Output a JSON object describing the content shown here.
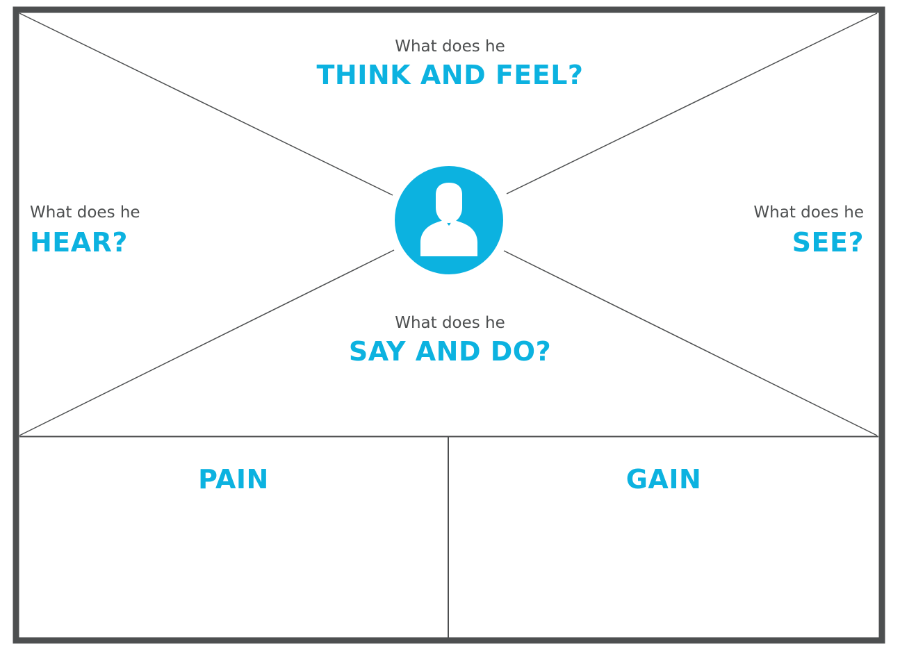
{
  "colors": {
    "frame": "#4d4f50",
    "accent": "#0cb2e0",
    "prompt_text": "#4d4f50",
    "lines": "#4d4f50"
  },
  "avatar": {
    "icon": "user-silhouette-icon"
  },
  "sections": {
    "think_feel": {
      "prompt": "What does he",
      "heading": "THINK AND FEEL?"
    },
    "hear": {
      "prompt": "What does he",
      "heading": "HEAR?"
    },
    "see": {
      "prompt": "What does he",
      "heading": "SEE?"
    },
    "say_do": {
      "prompt": "What does he",
      "heading": "SAY AND DO?"
    },
    "pain": {
      "heading": "PAIN"
    },
    "gain": {
      "heading": "GAIN"
    }
  }
}
